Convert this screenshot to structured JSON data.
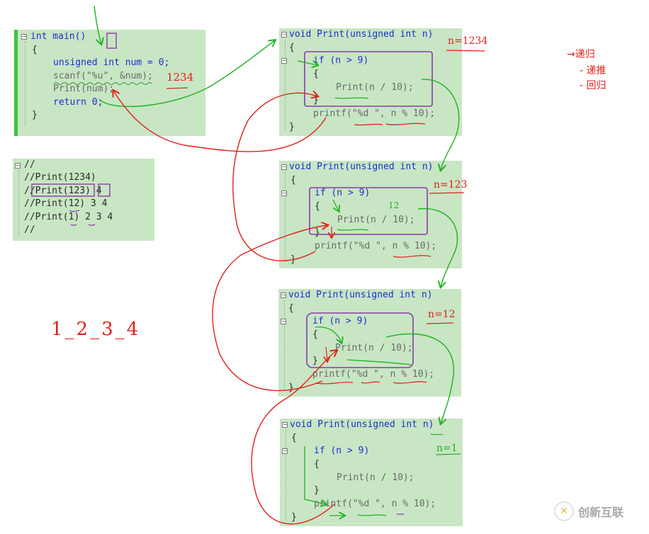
{
  "main_panel": {
    "lines": [
      "int main()",
      "{",
      "unsigned int num = 0;",
      "scanf(\"%u\", &num);",
      "Print(num);",
      "return 0;",
      "}"
    ]
  },
  "comment_panel": {
    "lines": [
      "//",
      "//Print(1234)",
      "//Print(123) 4",
      "//Print(12) 3 4",
      "//Print(1) 2 3 4",
      "//"
    ]
  },
  "print_frames": [
    {
      "header": "void Print(unsigned int n)",
      "annotation": "n=1234"
    },
    {
      "header": "void Print(unsigned int n)",
      "annotation": "n=123"
    },
    {
      "header": "void Print(unsigned int n)",
      "annotation": "n=12"
    },
    {
      "header": "void Print(unsigned int n)",
      "annotation": "n=1"
    }
  ],
  "body_lines": {
    "open": "{",
    "cond": "if (n > 9)",
    "call": "Print(n / 10);",
    "printf": "printf(\"%d \", n % 10);",
    "close": "}"
  },
  "annotations": {
    "input_value": "1234",
    "output_digits": "1_2_3_4",
    "note_12": "12",
    "legend_recursion": "→递归",
    "legend_push": "- 递推",
    "legend_return": "- 回归"
  },
  "watermark": {
    "text": "创新互联"
  },
  "colors": {
    "panel": "#c8e6c4",
    "keyword": "#1a2fd0",
    "green_arrow": "#22b022",
    "red_arrow": "#e0201c",
    "purple_box": "#8a3aa8"
  }
}
